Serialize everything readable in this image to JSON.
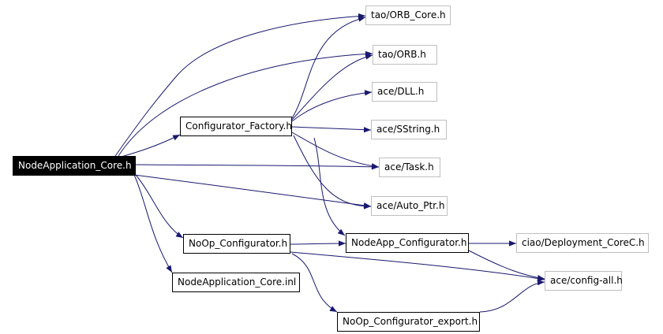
{
  "colors": {
    "edge": "#191970",
    "root_bg": "#000000",
    "root_text": "#ffffff",
    "external_border": "#bfbfbf"
  },
  "nodes": {
    "root": "NodeApplication_Core.h",
    "orb_core": "tao/ORB_Core.h",
    "orb": "tao/ORB.h",
    "dll": "ace/DLL.h",
    "sstring": "ace/SString.h",
    "task": "ace/Task.h",
    "auto_ptr": "ace/Auto_Ptr.h",
    "configurator_factory": "Configurator_Factory.h",
    "noop_configurator": "NoOp_Configurator.h",
    "nodeapp_configurator": "NodeApp_Configurator.h",
    "deployment_corec": "ciao/Deployment_CoreC.h",
    "config_all": "ace/config-all.h",
    "core_inl": "NodeApplication_Core.inl",
    "noop_export": "NoOp_Configurator_export.h"
  }
}
